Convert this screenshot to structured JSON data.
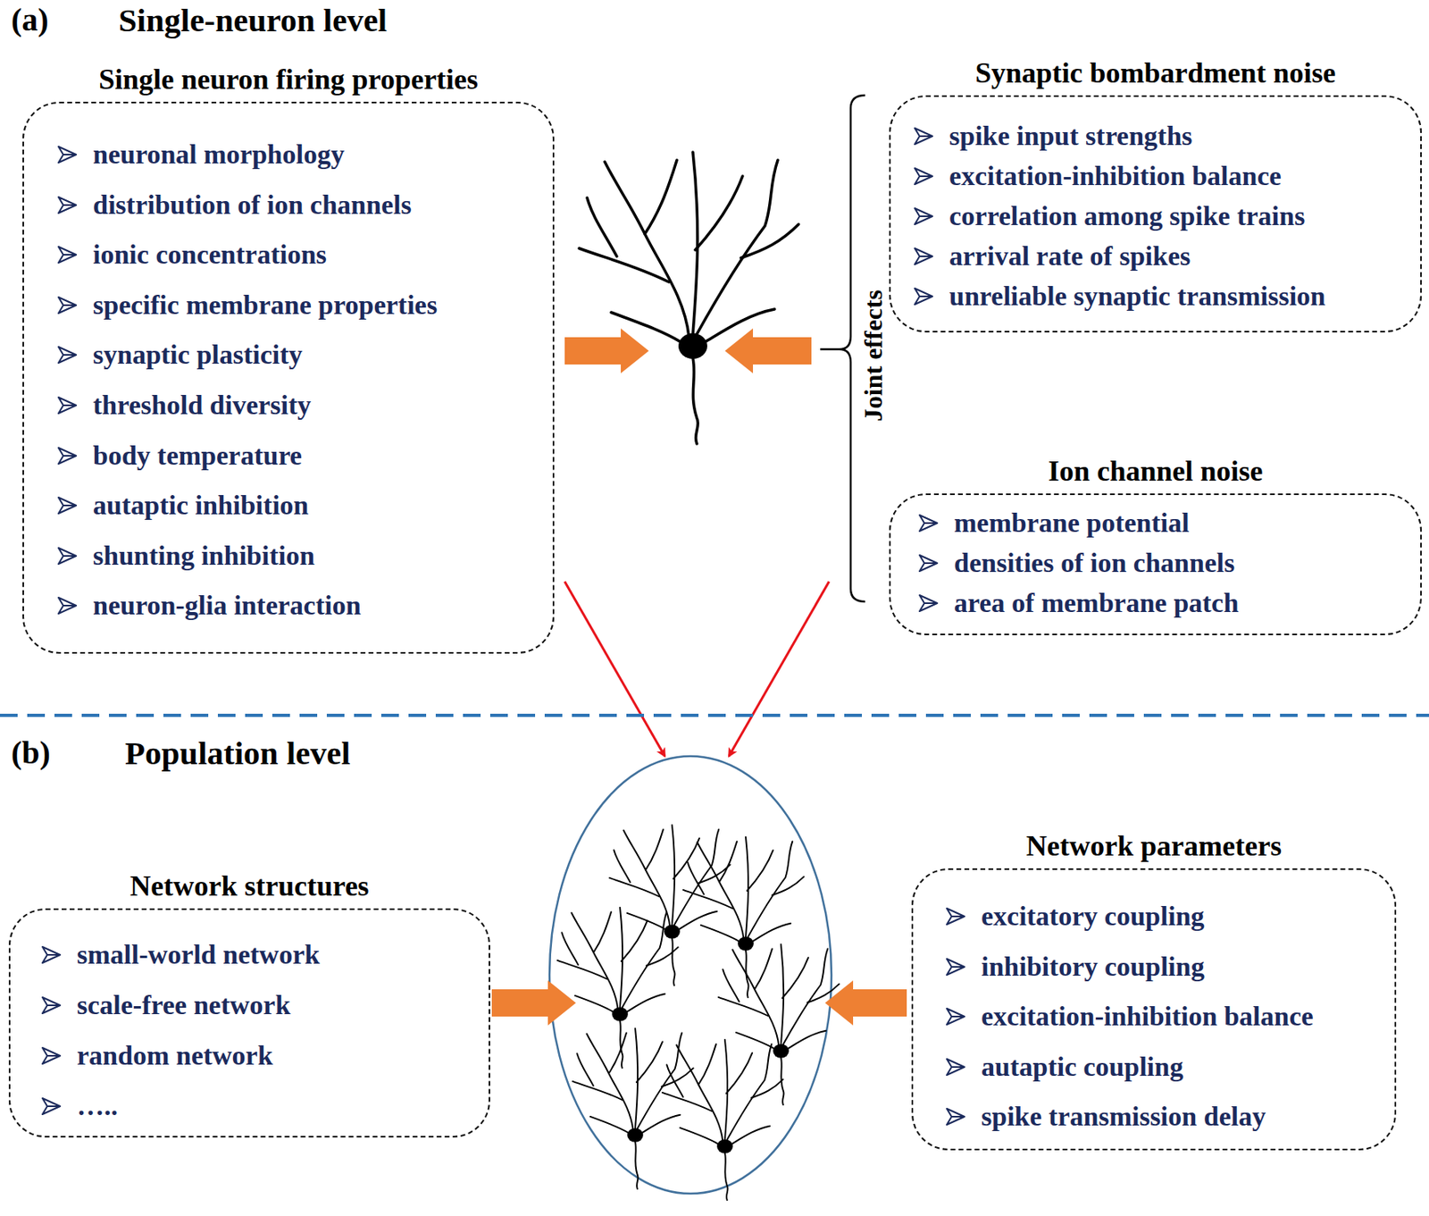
{
  "diagram": {
    "nodes": [
      {
        "text": [
          "Single neuron firing properties",
          "neuronal morphology",
          "distribution of ion channels",
          "ionic concentrations",
          "specific membrane properties",
          "synaptic plasticity",
          "threshold diversity",
          "body temperature",
          "autaptic inhibition",
          "shunting inhibition",
          "neuron-glia interaction"
        ]
      },
      {
        "text": [
          "Synaptic bombardment noise",
          "spike input strengths",
          "excitation-inhibition balance",
          "correlation among spike trains",
          "arrival rate of spikes",
          "unreliable synaptic transmission"
        ]
      },
      {
        "text": [
          "Ion channel noise",
          "membrane potential",
          "densities of ion channels",
          "area of membrane patch"
        ]
      },
      {
        "text": [
          "Network structures",
          "small-world network",
          "scale-free network",
          "random network",
          "….."
        ]
      },
      {
        "text": [
          "Network parameters",
          "excitatory coupling",
          "inhibitory coupling",
          "excitation-inhibition balance",
          "autaptic coupling",
          "spike transmission delay"
        ]
      }
    ],
    "labels": [
      "(a)",
      "Single-neuron level",
      "Joint effects",
      "(b)",
      "Population level"
    ]
  }
}
